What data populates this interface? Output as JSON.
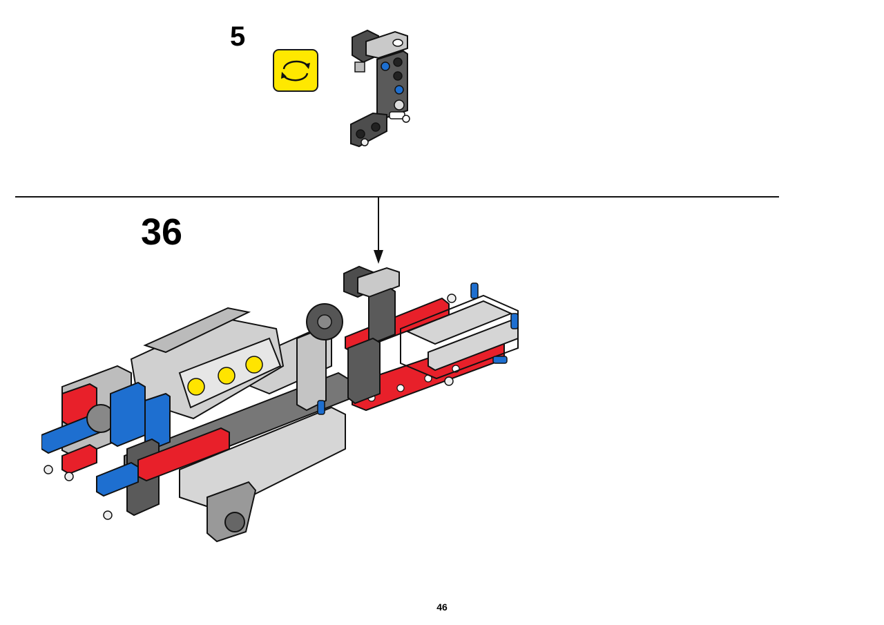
{
  "page": {
    "sub_step_number": "5",
    "main_step_number": "36",
    "page_number": "46"
  },
  "icons": {
    "rotate": "rotate-model-icon",
    "arrow": "down-arrow-icon"
  },
  "colors": {
    "rotate_icon_bg": "#ffe800",
    "brick_red": "#e8202a",
    "brick_blue": "#1e6fd0",
    "brick_light_gray": "#cfcfcf",
    "brick_dark_gray": "#5a5a5a",
    "brick_yellow": "#ffe400"
  }
}
